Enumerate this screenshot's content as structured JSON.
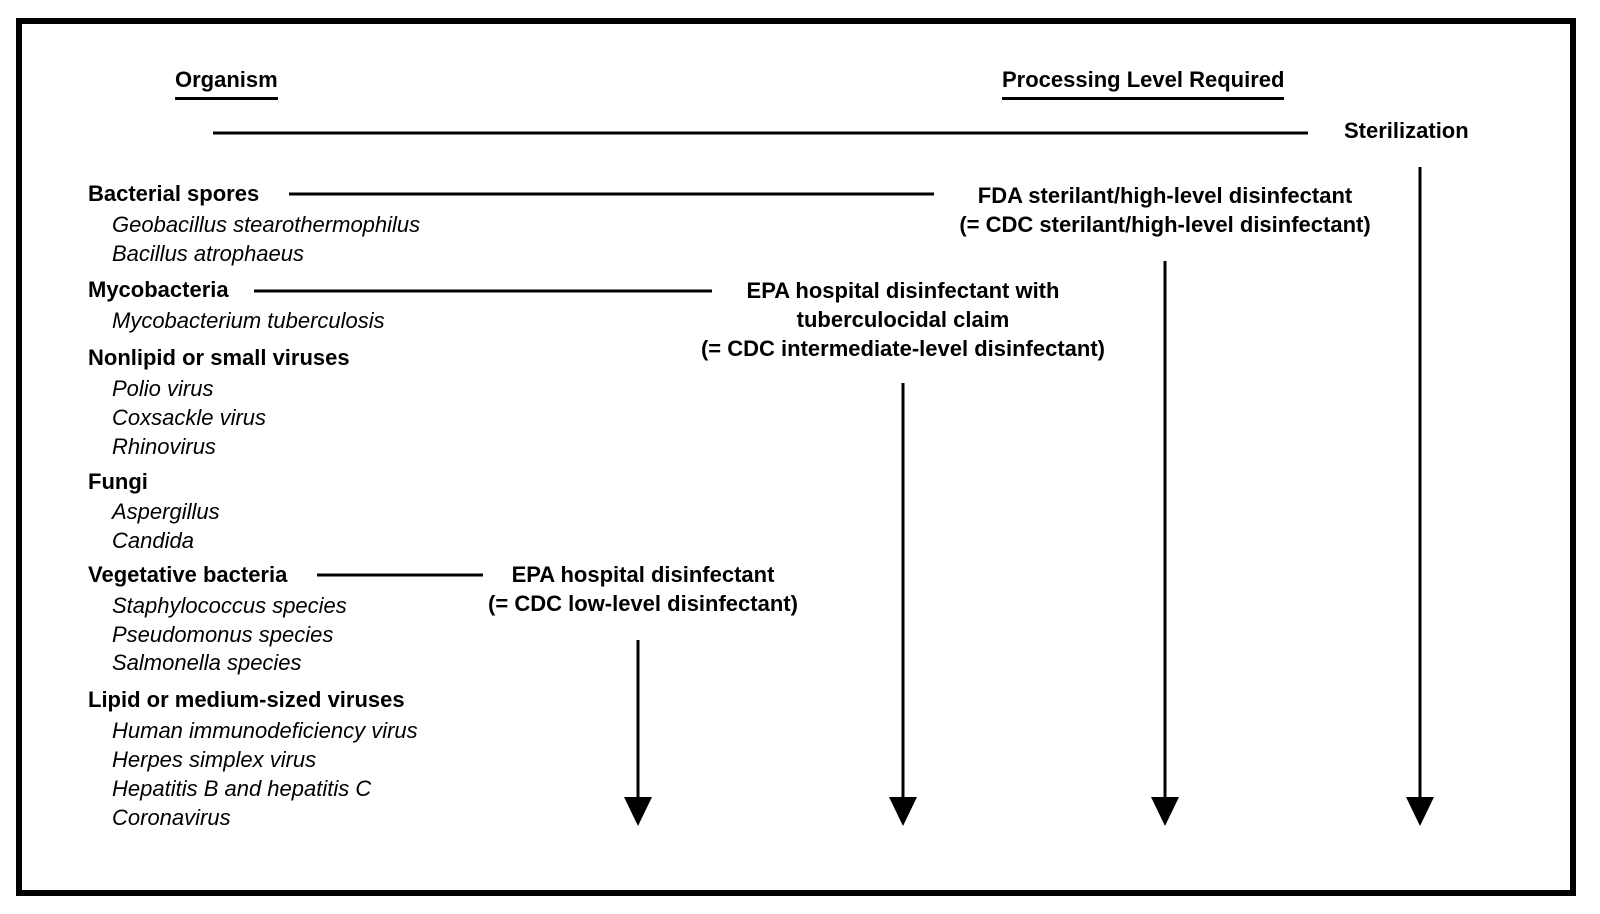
{
  "headers": {
    "organism": "Organism",
    "processing_level": "Processing Level Required",
    "sterilization": "Sterilization"
  },
  "organism_groups": [
    {
      "name": "Bacterial spores",
      "examples": [
        "Geobacillus stearothermophilus",
        "Bacillus atrophaeus"
      ]
    },
    {
      "name": "Mycobacteria",
      "examples": [
        "Mycobacterium tuberculosis"
      ]
    },
    {
      "name": "Nonlipid or small viruses",
      "examples": [
        "Polio virus",
        "Coxsackle virus",
        "Rhinovirus"
      ]
    },
    {
      "name": "Fungi",
      "examples": [
        "Aspergillus",
        "Candida"
      ]
    },
    {
      "name": "Vegetative bacteria",
      "examples": [
        "Staphylococcus species",
        "Pseudomonus species",
        "Salmonella species"
      ]
    },
    {
      "name": "Lipid or medium-sized viruses",
      "examples": [
        "Human immunodeficiency virus",
        "Herpes simplex virus",
        "Hepatitis B and hepatitis C",
        "Coronavirus"
      ]
    }
  ],
  "levels": {
    "fda": {
      "line1": "FDA sterilant/high-level disinfectant",
      "line2": "(= CDC sterilant/high-level disinfectant)"
    },
    "epa_tb": {
      "line1": "EPA hospital disinfectant with",
      "line2": "tuberculocidal claim",
      "line3": "(= CDC intermediate-level disinfectant)"
    },
    "epa": {
      "line1": "EPA hospital disinfectant",
      "line2": "(= CDC low-level disinfectant)"
    }
  }
}
